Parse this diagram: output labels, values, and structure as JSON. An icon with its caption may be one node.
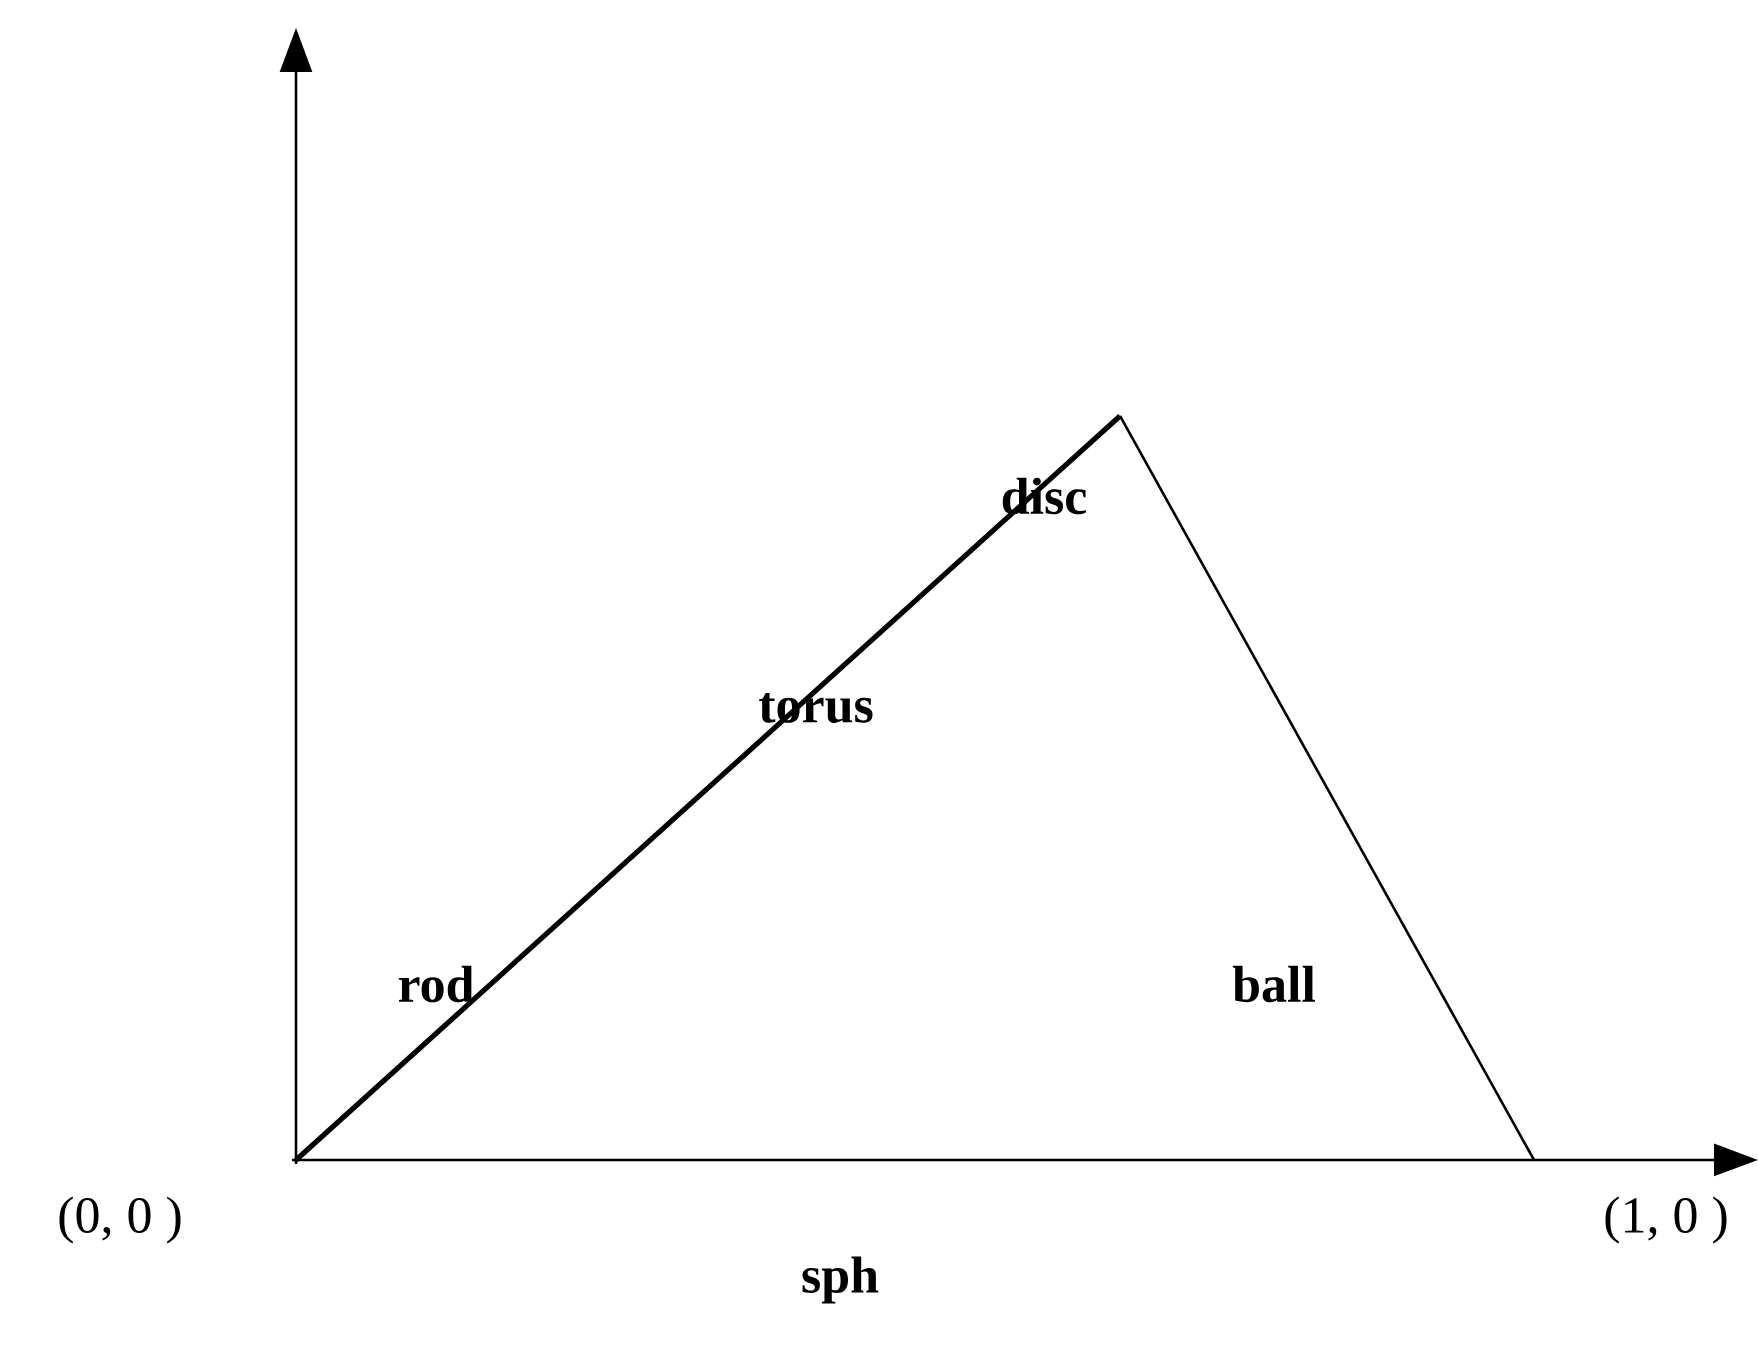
{
  "diagram": {
    "labels": [
      "disc",
      "torus",
      "rod",
      "ball",
      "(0, 0 )",
      "(1, 0 )",
      "sph"
    ]
  }
}
